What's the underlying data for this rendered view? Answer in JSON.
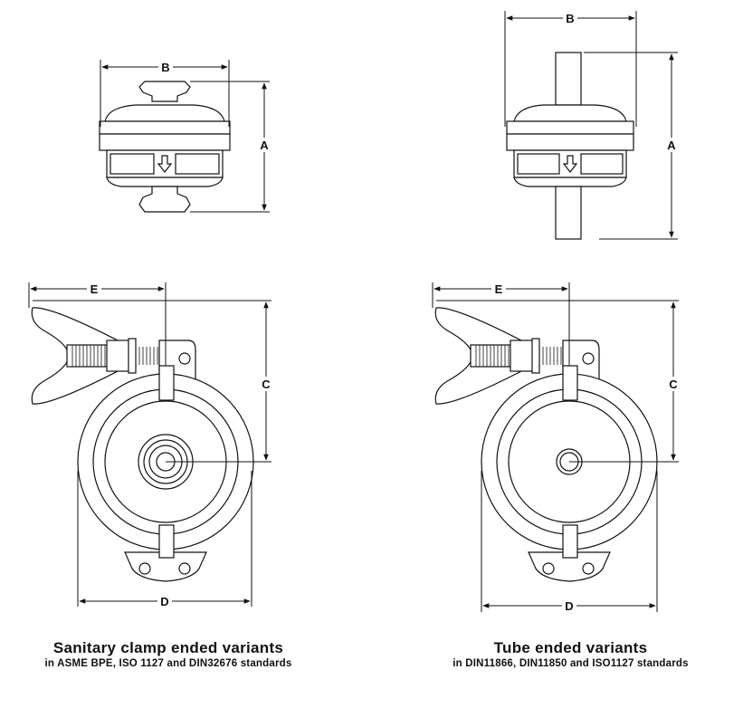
{
  "dimensions": {
    "a": "A",
    "b": "B",
    "c": "C",
    "d": "D",
    "e": "E"
  },
  "captions": {
    "left": {
      "title": "Sanitary clamp ended variants",
      "subtitle": "in ASME BPE, ISO 1127 and DIN32676 standards"
    },
    "right": {
      "title": "Tube ended variants",
      "subtitle": "in DIN11866, DIN11850 and ISO1127 standards"
    }
  },
  "colors": {
    "line": "#111111",
    "fill": "#ffffff"
  }
}
